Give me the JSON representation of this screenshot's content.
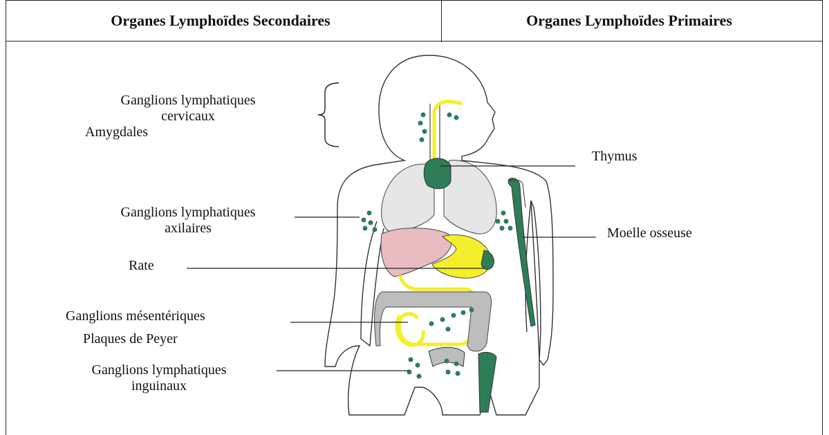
{
  "header": {
    "left_title": "Organes Lymphoïdes Secondaires",
    "right_title": "Organes Lymphoïdes Primaires"
  },
  "labels": {
    "cervical_line1": "Ganglions lymphatiques",
    "cervical_line2": "cervicaux",
    "amygdales": "Amygdales",
    "thymus": "Thymus",
    "axillary_line1": "Ganglions lymphatiques",
    "axillary_line2": "axilaires",
    "moelle": "Moelle osseuse",
    "rate": "Rate",
    "mesenteric": "Ganglions mésentériques",
    "peyer": "Plaques de Peyer",
    "inguinal_line1": "Ganglions lymphatiques",
    "inguinal_line2": "inguinaux"
  },
  "colors": {
    "lymph_green": "#2e7d57",
    "lymph_yellow": "#f4ef2a",
    "lung_gray": "#e6e6e6",
    "liver_pink": "#e8bcc0",
    "intestine_gray": "#bdbdbd"
  }
}
